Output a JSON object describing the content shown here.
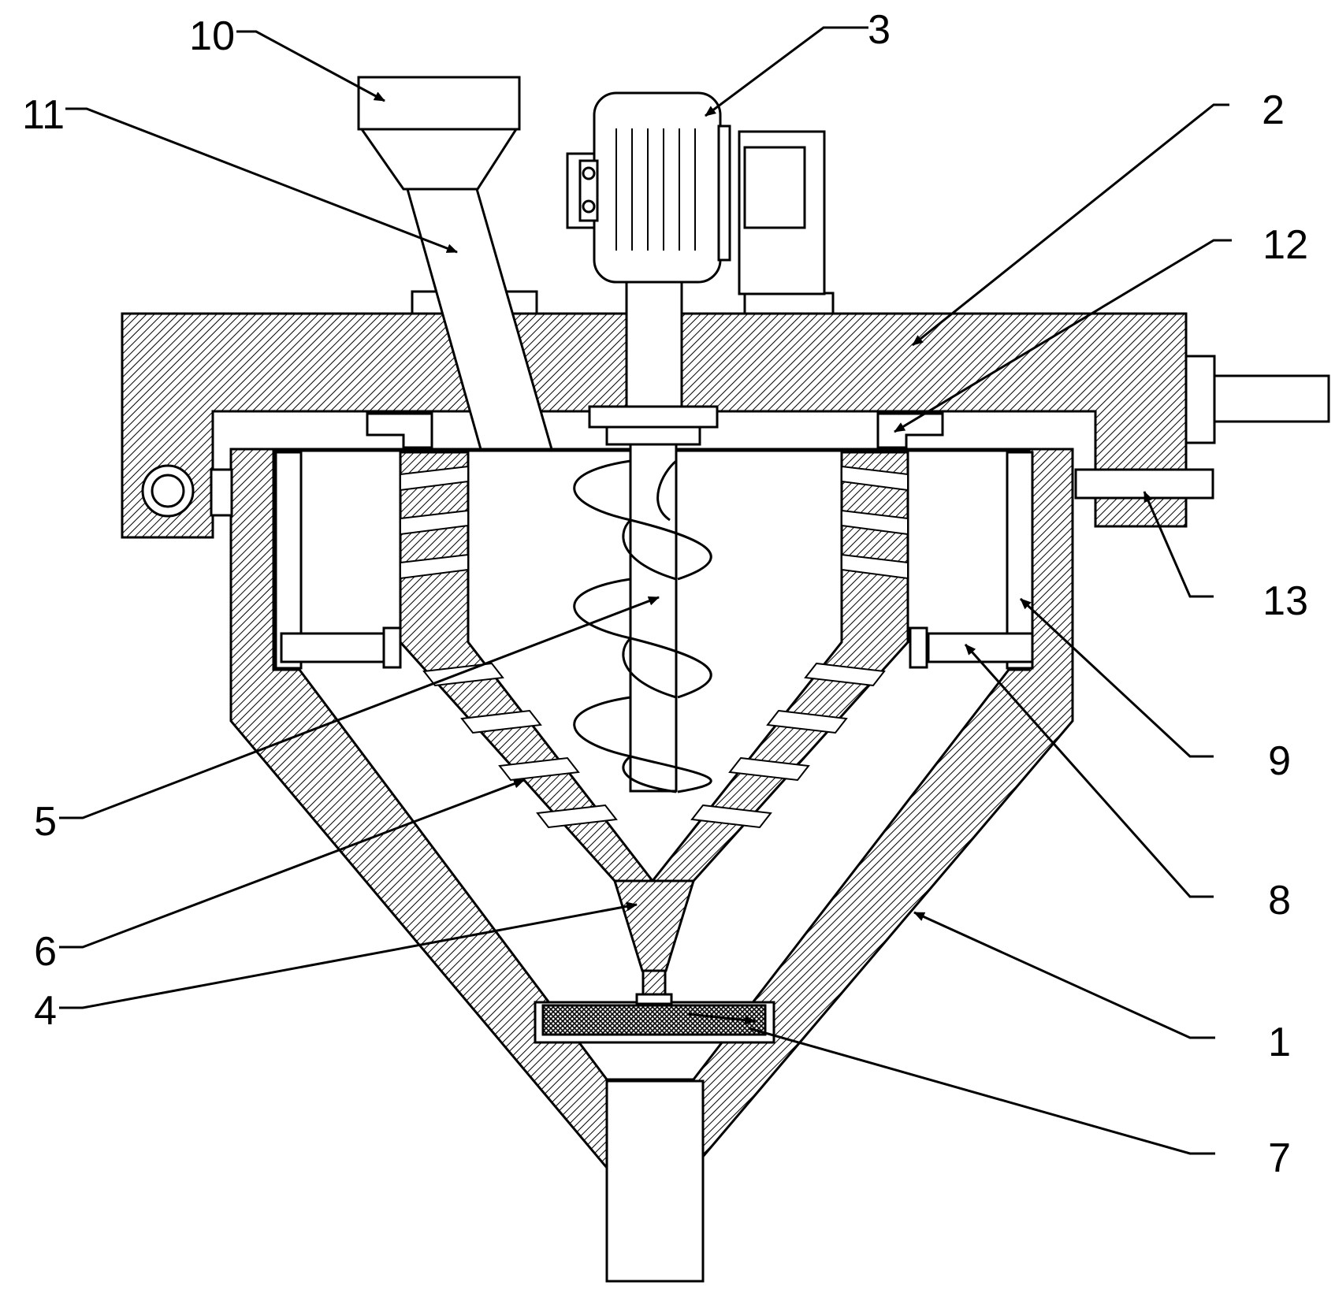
{
  "figure": {
    "labels": [
      {
        "id": "1",
        "text": "1"
      },
      {
        "id": "2",
        "text": "2"
      },
      {
        "id": "3",
        "text": "3"
      },
      {
        "id": "4",
        "text": "4"
      },
      {
        "id": "5",
        "text": "5"
      },
      {
        "id": "6",
        "text": "6"
      },
      {
        "id": "7",
        "text": "7"
      },
      {
        "id": "8",
        "text": "8"
      },
      {
        "id": "9",
        "text": "9"
      },
      {
        "id": "10",
        "text": "10"
      },
      {
        "id": "11",
        "text": "11"
      },
      {
        "id": "12",
        "text": "12"
      },
      {
        "id": "13",
        "text": "13"
      }
    ]
  },
  "colors": {
    "stroke": "#000000",
    "background": "#ffffff"
  }
}
